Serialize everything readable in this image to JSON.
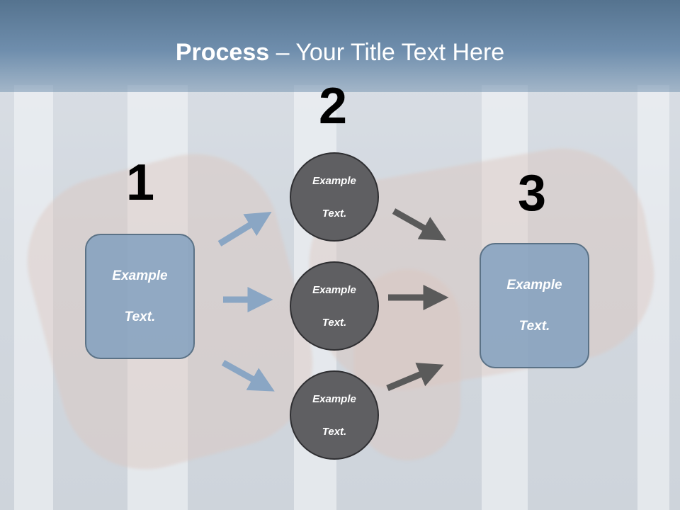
{
  "title": {
    "bold": "Process",
    "rest": " – Your Title Text Here"
  },
  "steps": {
    "n1": "1",
    "n2": "2",
    "n3": "3"
  },
  "left_box": {
    "line1": "Example",
    "line2": "Text."
  },
  "right_box": {
    "line1": "Example",
    "line2": "Text."
  },
  "circles": [
    {
      "line1": "Example",
      "line2": "Text."
    },
    {
      "line1": "Example",
      "line2": "Text."
    },
    {
      "line1": "Example",
      "line2": "Text."
    }
  ],
  "colors": {
    "header": "#6f8ead",
    "box_fill": "#82a0be",
    "box_border": "#5b7286",
    "circle_fill": "#5f5f62",
    "arrow_light": "#8aa6c4",
    "arrow_dark": "#5a5a5a"
  }
}
